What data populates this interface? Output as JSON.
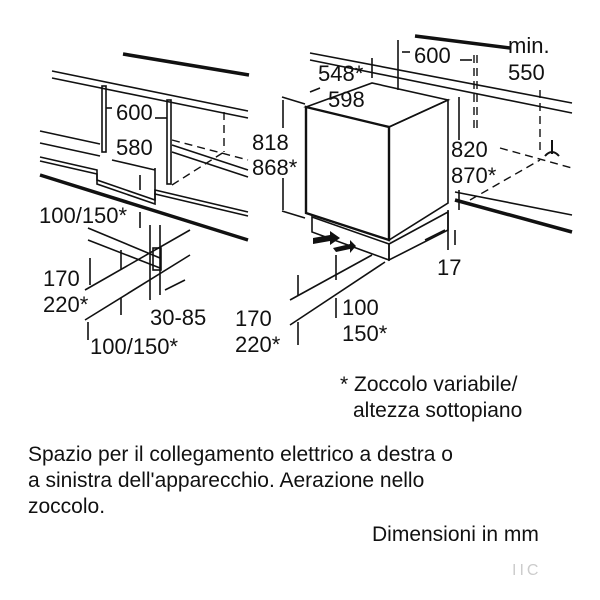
{
  "left_diagram": {
    "width_niche": "600",
    "inner_width": "580",
    "vent_height_top": "100/150*",
    "plinth_height_1": "170",
    "plinth_height_2": "220*",
    "plinth_depth": "30-85",
    "vent_height_bottom": "100/150*"
  },
  "right_diagram": {
    "depth": "548*",
    "width": "598",
    "niche_width": "600",
    "min_label": "min.",
    "min_depth": "550",
    "height_1": "818",
    "height_2": "868*",
    "niche_height_1": "820",
    "niche_height_2": "870*",
    "setback": "17",
    "plinth_1": "170",
    "plinth_2": "220*",
    "vent_1": "100",
    "vent_2": "150*"
  },
  "footnote": {
    "line1": "* Zoccolo variabile/",
    "line2": "altezza sottopiano"
  },
  "description": {
    "line1": "Spazio per il collegamento elettrico a destra o",
    "line2": "a sinistra dell'apparecchio. Aerazione nello",
    "line3": "zoccolo."
  },
  "units_note": "Dimensioni in mm",
  "watermark": "IIC"
}
